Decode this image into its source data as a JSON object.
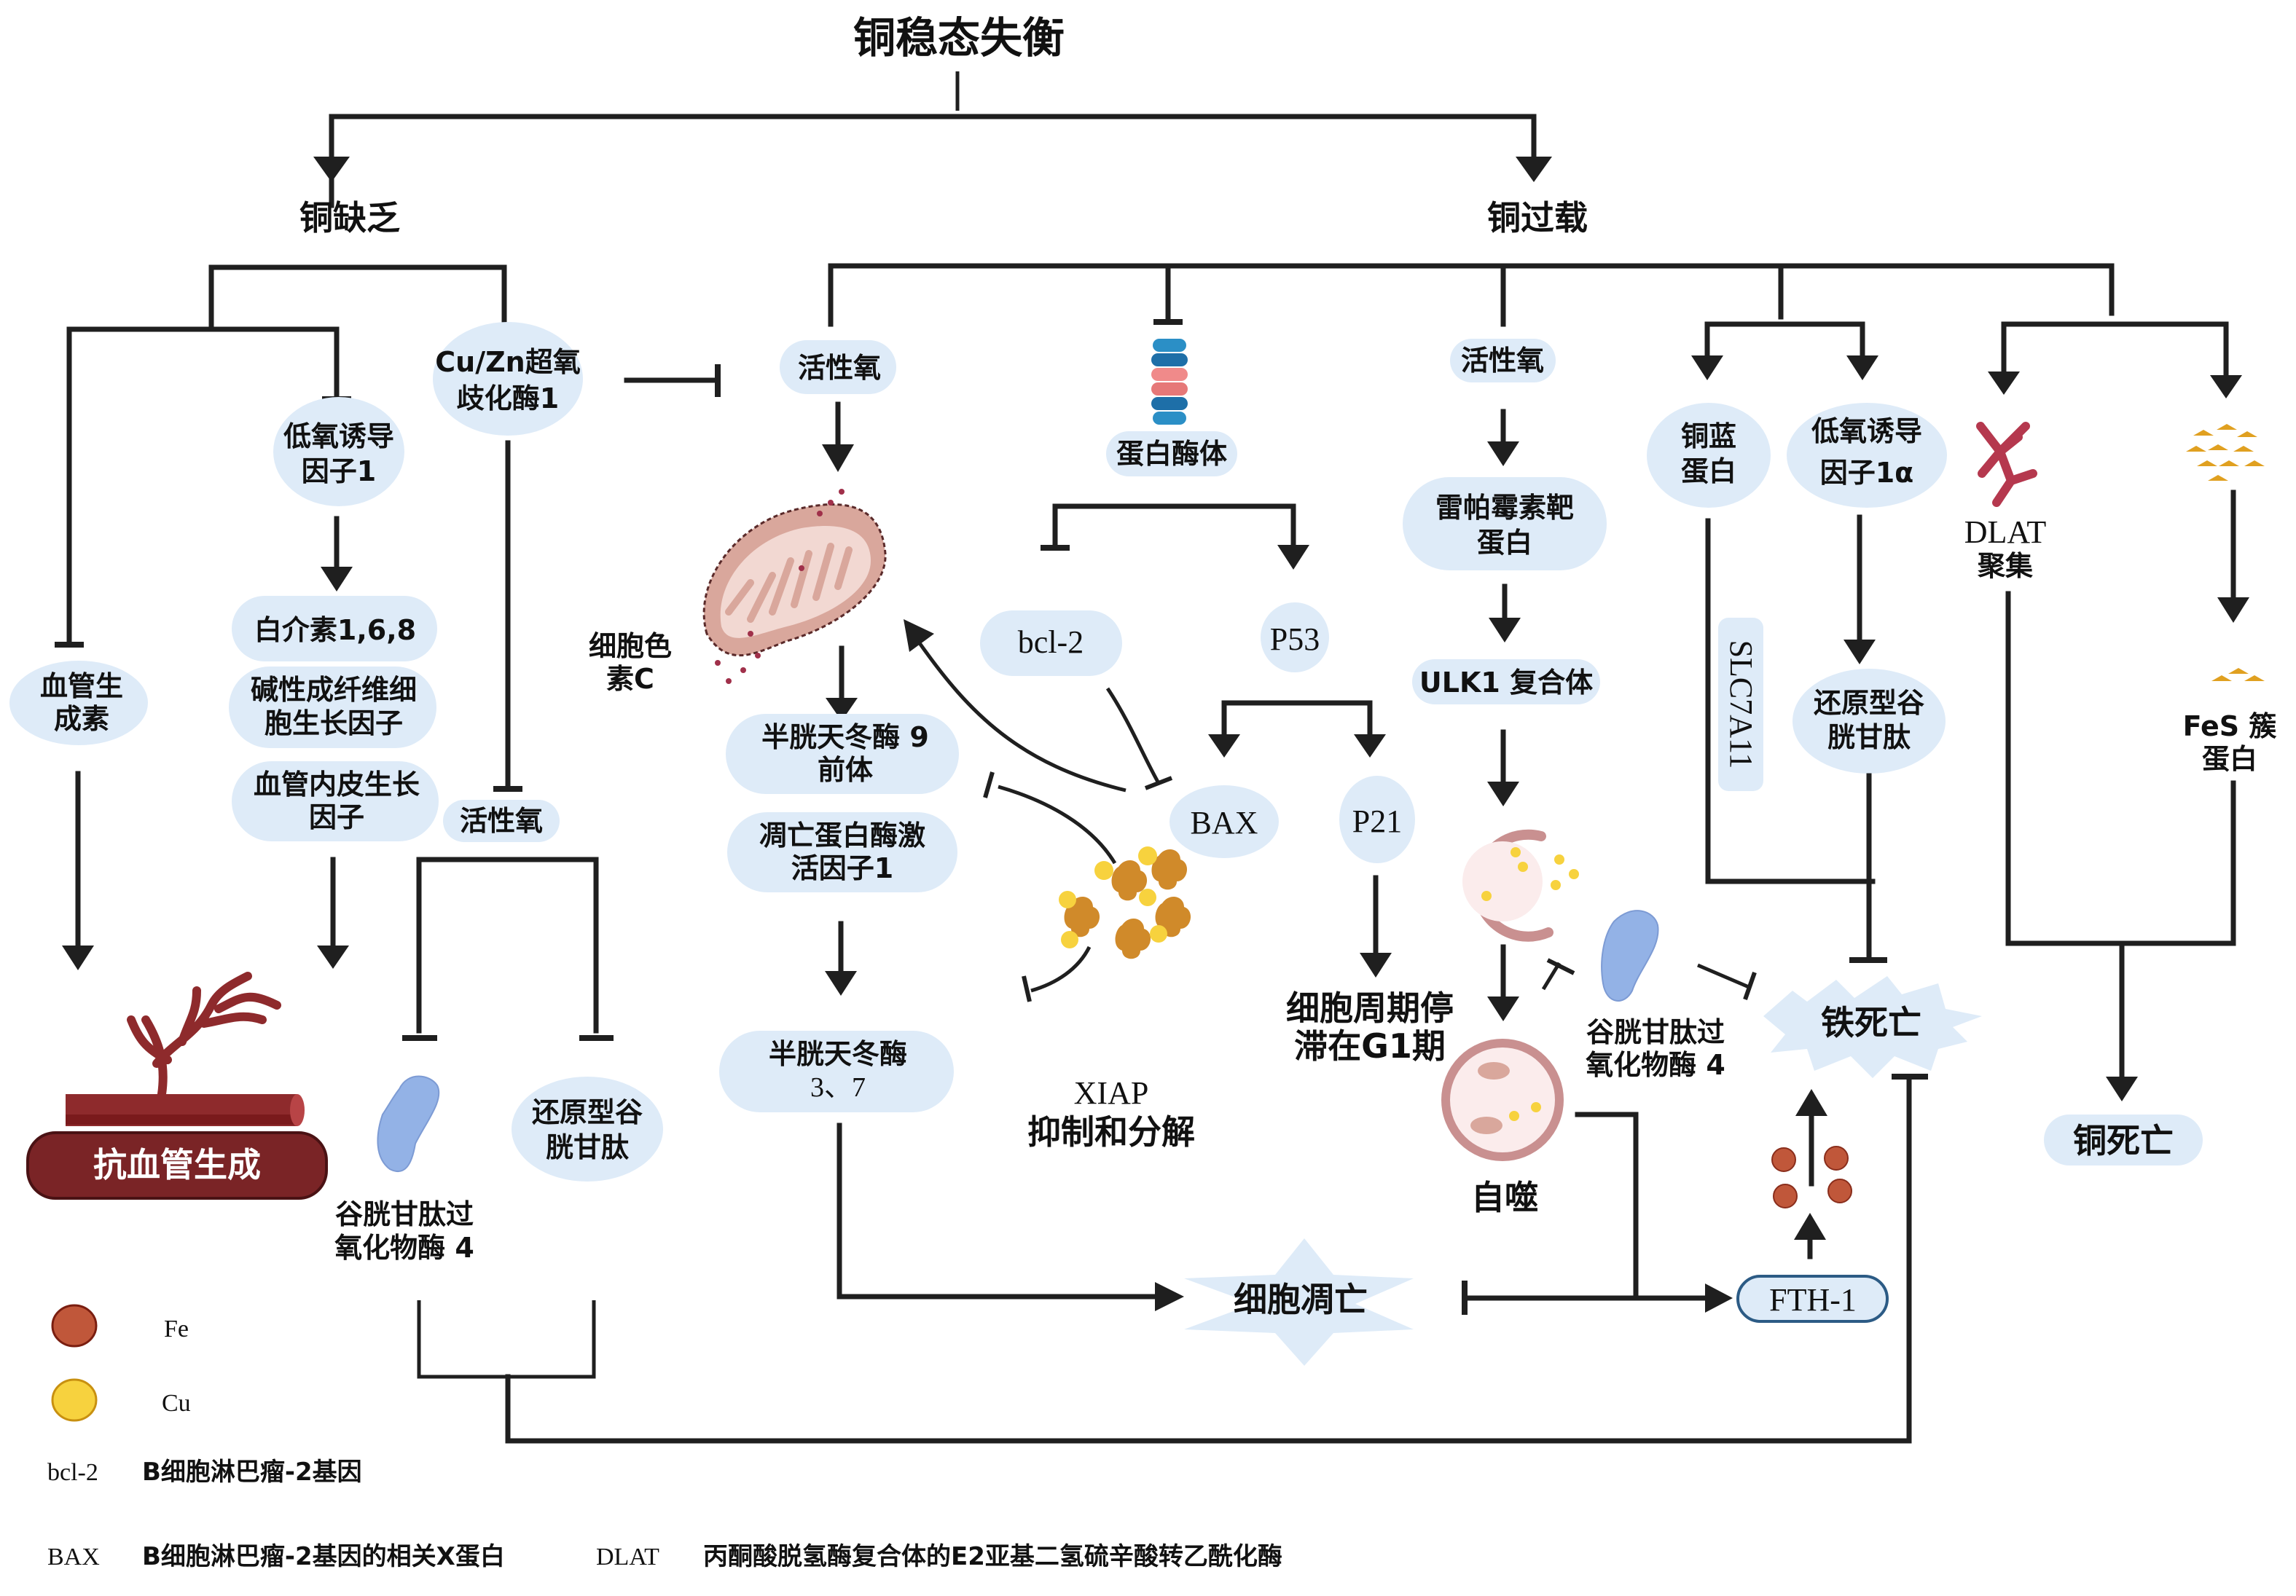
{
  "title": "铜稳态失衡",
  "branches": {
    "deficiency": "铜缺乏",
    "overload": "铜过载"
  },
  "deficiency_nodes": {
    "angiostatin": [
      "血管生",
      "成素"
    ],
    "hif1": [
      "低氧诱导",
      "因子1"
    ],
    "sod1": [
      "Cu/Zn超氧",
      "歧化酶1"
    ],
    "il": "白介素1,6,8",
    "bfgf": [
      "碱性成纤维细",
      "胞生长因子"
    ],
    "vegf": [
      "血管内皮生长",
      "因子"
    ],
    "ros_left": "活性氧",
    "anti_angiogenesis": "抗血管生成",
    "gpx4_left": [
      "谷胱甘肽过",
      "氧化物酶 4"
    ],
    "gsh_left": [
      "还原型谷",
      "胱甘肽"
    ]
  },
  "overload_nodes": {
    "ros_mid": "活性氧",
    "cytochrome_c": [
      "细胞色",
      "素C"
    ],
    "procaspase9": [
      "半胱天冬酶 9",
      "前体"
    ],
    "apaf1": [
      "凋亡蛋白酶激",
      "活因子1"
    ],
    "caspase37": [
      "半胱天冬酶",
      "3、7"
    ],
    "proteasome": "蛋白酶体",
    "bcl2": "bcl-2",
    "p53": "P53",
    "bax": "BAX",
    "p21": "P21",
    "xiap": [
      "XIAP",
      "抑制和分解"
    ],
    "cell_cycle": [
      "细胞周期停",
      "滞在G1期"
    ],
    "apoptosis": "细胞凋亡",
    "ros_right": "活性氧",
    "mtor": [
      "雷帕霉素靶",
      "蛋白"
    ],
    "ulk1": "ULK1 复合体",
    "autophagy": "自噬",
    "gpx4_right": [
      "谷胱甘肽过",
      "氧化物酶 4"
    ],
    "ceruloplasmin": [
      "铜蓝",
      "蛋白"
    ],
    "hif1a": [
      "低氧诱导",
      "因子1α"
    ],
    "slc7a11": "SLC7A11",
    "gsh_right": [
      "还原型谷",
      "胱甘肽"
    ],
    "ferroptosis": "铁死亡",
    "fth1": "FTH-1",
    "dlat": [
      "DLAT",
      "聚集"
    ],
    "fes": [
      "FeS 簇",
      "蛋白"
    ],
    "cuproptosis": "铜死亡"
  },
  "legend": {
    "fe": {
      "label": "Fe",
      "color": "#c0573a"
    },
    "cu": {
      "label": "Cu",
      "color": "#f7d23e"
    },
    "abbrev": [
      {
        "abbr": "bcl-2",
        "full": "B细胞淋巴瘤-2基因"
      },
      {
        "abbr": "BAX",
        "full": "B细胞淋巴瘤-2基因的相关X蛋白"
      },
      {
        "abbr": "DLAT",
        "full": "丙酮酸脱氢酶复合体的E2亚基二氢硫辛酸转乙酰化酶"
      }
    ]
  },
  "colors": {
    "bubble": "#deebf8",
    "line": "#1f1f1f",
    "anti_angio_box": "#7a2426",
    "vessel": "#8e2a2c",
    "mito": "#d9a79c",
    "gpx4_protein": "#93b2e6",
    "xiap_protein": "#d08a2a"
  }
}
